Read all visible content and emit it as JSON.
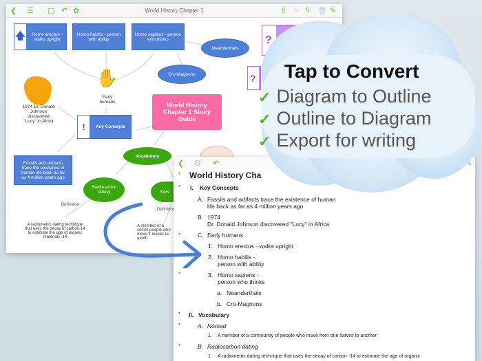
{
  "diagram_window": {
    "title": "World History Chapter 1",
    "nodes": {
      "erectus": "Homo erectus - walks upright",
      "habilis": "Homo habilis - person with ability",
      "sapiens": "Homo sapiens - person who thinks",
      "neanderthals": "Neanderthals",
      "cromagnons": "Cro-Magnons",
      "early_humans": "Early humans",
      "lucy": "1974 Dr. Donald Johnson discovered \"Lucy\" in Africa",
      "center": "World History Chapter 1 Study Guide",
      "key_concepts": "Key Concepts",
      "fossils": "Fossils and artifacts trace the existence of human life back as far as 4 million years ago",
      "vocabulary": "Vocabulary",
      "radiocarbon": "Radiocarbon dating",
      "nomad": "Nom",
      "definition": "Definition",
      "radio_def": "A radiometric dating technique that uses the decay of carbon-14 to estimate the age of organic materials   -14",
      "nomad_def": "A member of a comm people who move fr loaves to anoth",
      "question": "?",
      "exclaim": "!"
    }
  },
  "promo": {
    "headline": "Tap to Convert",
    "items": [
      "Diagram to Outline",
      "Outline to Diagram",
      "Export for writing"
    ],
    "accent": "#5ab52a"
  },
  "outline_window": {
    "title": "World History Chapter 1 Study Guide",
    "title_visible": "World History Cha",
    "items": [
      {
        "num": "I.",
        "text": "Key Concepts"
      },
      {
        "num": "A.",
        "text": "Fossils and artifacts trace the existence of human"
      },
      {
        "num": "",
        "text": "life back as far as 4 million years ago"
      },
      {
        "num": "B.",
        "text": "1974"
      },
      {
        "num": "",
        "text": "Dr. Donald Johnson discovered \"Lucy\" in Africa"
      },
      {
        "num": "C.",
        "text": "Early humans"
      },
      {
        "num": "1.",
        "text": "Homo erectus - walks upright"
      },
      {
        "num": "2.",
        "text": "Homo habilis -"
      },
      {
        "num": "",
        "text": "person with ability"
      },
      {
        "num": "3.",
        "text": "Homo sapiens -"
      },
      {
        "num": "",
        "text": "person who thinks"
      },
      {
        "num": "a.",
        "text": "Neanderthals"
      },
      {
        "num": "b.",
        "text": "Cro-Magnons"
      },
      {
        "num": "II.",
        "text": "Vocabulary"
      },
      {
        "num": "A.",
        "text": "Nomad"
      },
      {
        "num": "1.",
        "text": "A member of a community of people who move from one loaves to another"
      },
      {
        "num": "B.",
        "text": "Radiocarbon dating"
      },
      {
        "num": "1.",
        "text": "A radiometric dating technique that uses the decay of carbon -14 to estimate the age of organic"
      }
    ]
  }
}
